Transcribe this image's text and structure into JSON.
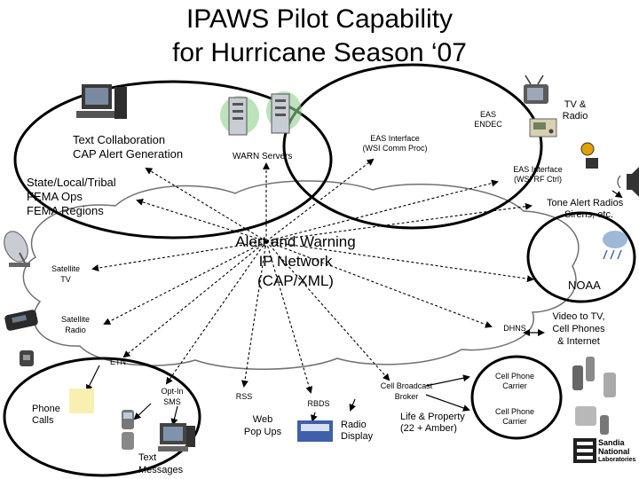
{
  "title": {
    "line1": "IPAWS Pilot Capability",
    "line2": "for Hurricane Season ‘07"
  },
  "center": {
    "line1": "Alert and Warning",
    "line2": "IP Network",
    "line3": "(CAP/XML)"
  },
  "labels": {
    "text_collab_1": "Text Collaboration",
    "text_collab_2": "CAP Alert Generation",
    "warn_servers": "WARN Servers",
    "eas_interface_wsi_comm_1": "EAS Interface",
    "eas_interface_wsi_comm_2": "(WSI Comm Proc)",
    "eas_endec_1": "EAS",
    "eas_endec_2": "ENDEC",
    "tv_radio_1": "TV &",
    "tv_radio_2": "Radio",
    "eas_interface_wsi_rf_1": "EAS Interface",
    "eas_interface_wsi_rf_2": "(WSI RF Ctrl)",
    "state_local_1": "State/Local/Tribal",
    "state_local_2": "FEMA Ops",
    "state_local_3": "FEMA Regions",
    "tone_alert_1": "Tone Alert Radios",
    "tone_alert_2": "Sirens, etc.",
    "satellite_tv_1": "Satellite",
    "satellite_tv_2": "TV",
    "noaa": "NOAA",
    "satellite_radio_1": "Satellite",
    "satellite_radio_2": "Radio",
    "dhns": "DHNS",
    "video_1": "Video to TV,",
    "video_2": "Cell Phones",
    "video_3": "& Internet",
    "etn": "ETN",
    "opt_in_1": "Opt-In",
    "opt_in_2": "SMS",
    "phone_calls_1": "Phone",
    "phone_calls_2": "Calls",
    "text_messages_1": "Text",
    "text_messages_2": "Messages",
    "rss": "RSS",
    "web_popups_1": "Web",
    "web_popups_2": "Pop Ups",
    "rbds": "RBDS",
    "radio_display_1": "Radio",
    "radio_display_2": "Display",
    "cell_broadcast_1": "Cell Broadcast",
    "cell_broadcast_2": "Broker",
    "life_property_1": "Life & Property",
    "life_property_2": "(22 + Amber)",
    "cell_carrier_a_1": "Cell Phone",
    "cell_carrier_a_2": "Carrier",
    "cell_carrier_b_1": "Cell Phone",
    "cell_carrier_b_2": "Carrier",
    "sandia_1": "Sandia",
    "sandia_2": "National",
    "sandia_3": "Laboratories"
  },
  "icons": {
    "workstation": "computer-workstation-icon",
    "servers": "server-rack-icon",
    "tv": "television-icon",
    "endec": "eas-endec-device-icon",
    "siren": "siren-icon",
    "speaker": "loudspeaker-icon",
    "satellite_dish": "satellite-dish-icon",
    "sat_radio": "satellite-radio-icon",
    "weather": "weather-icon",
    "landline": "telephone-icon",
    "cellphone": "cell-phone-icon",
    "desktop": "desktop-computer-icon",
    "radio": "radio-display-icon",
    "logo": "sandia-logo-icon"
  }
}
